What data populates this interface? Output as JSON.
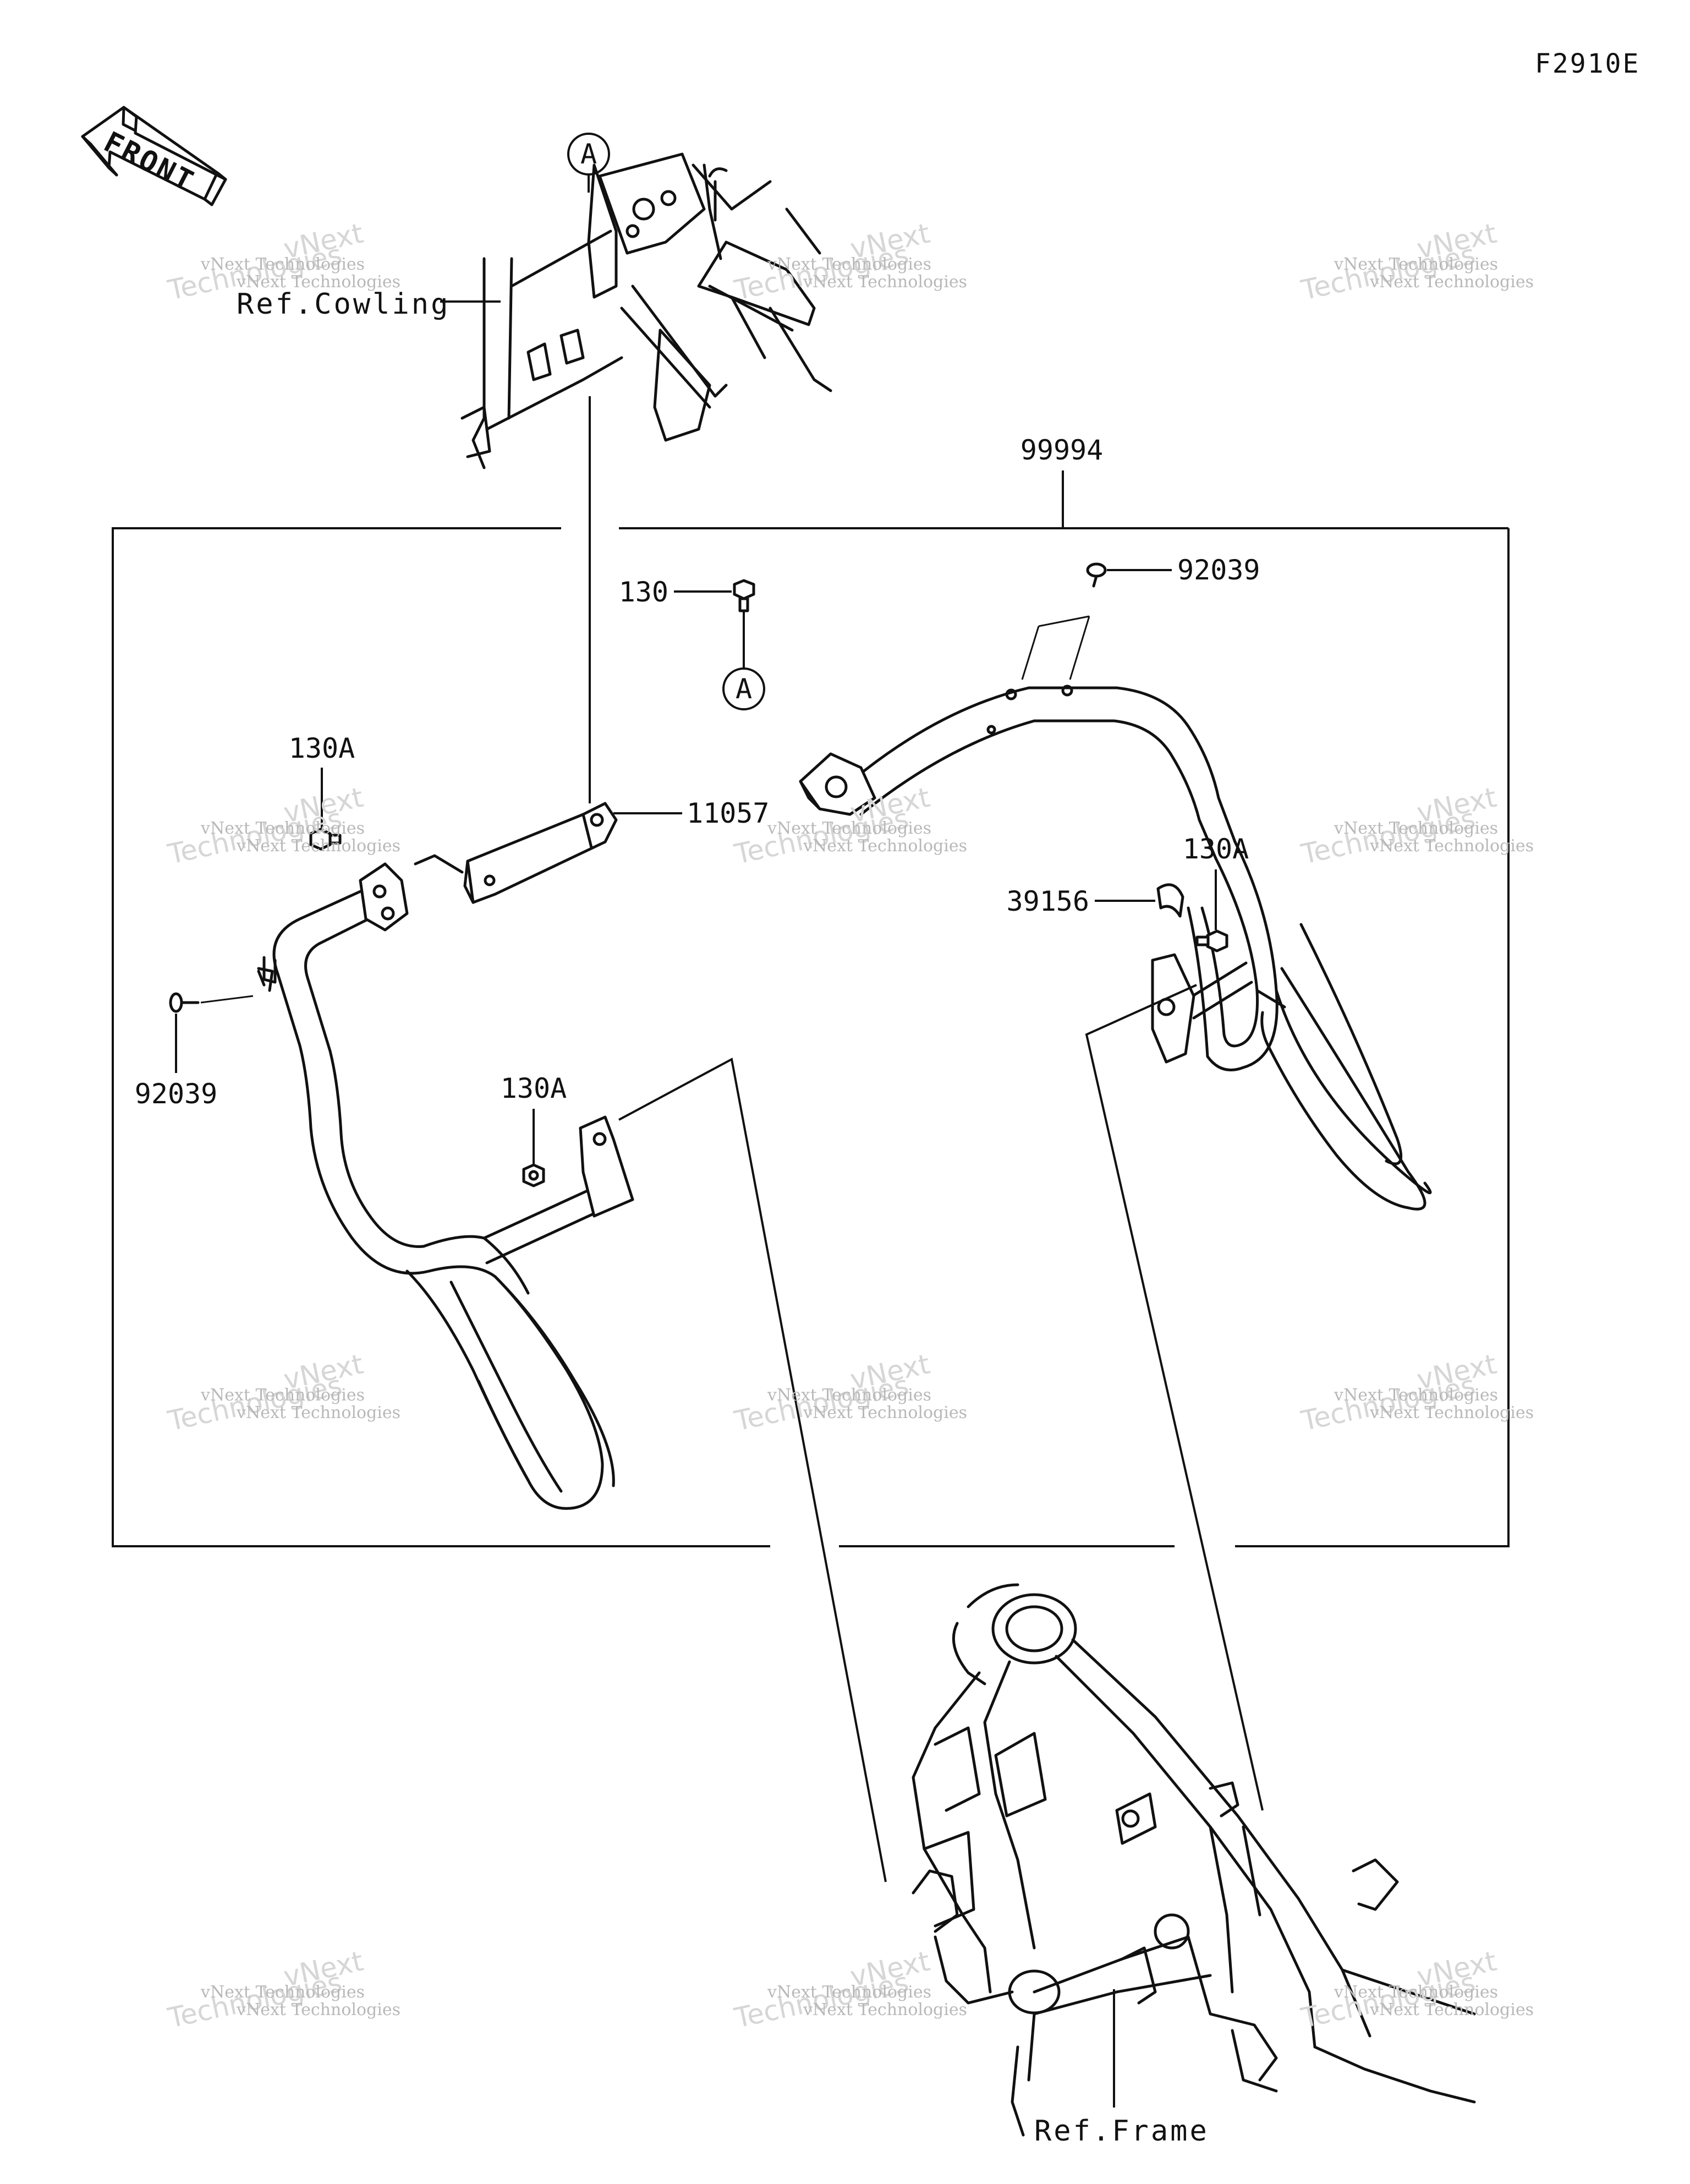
{
  "diagram_code": "F2910E",
  "front_label": "FRONT",
  "refs": {
    "cowling": "Ref.Cowling",
    "frame": "Ref.Frame"
  },
  "callout_marker": "A",
  "parts": {
    "kit": "99994",
    "bolt_130": "130",
    "screw_92039_right": "92039",
    "bolt_130a_left_top": "130A",
    "bracket_11057": "11057",
    "bolt_130a_right": "130A",
    "clamp_39156": "39156",
    "screw_92039_left": "92039",
    "bolt_130a_left_mid": "130A"
  },
  "watermark": {
    "line1": "vNext Technologies",
    "line2": "Technologies",
    "line3": "vNext"
  }
}
